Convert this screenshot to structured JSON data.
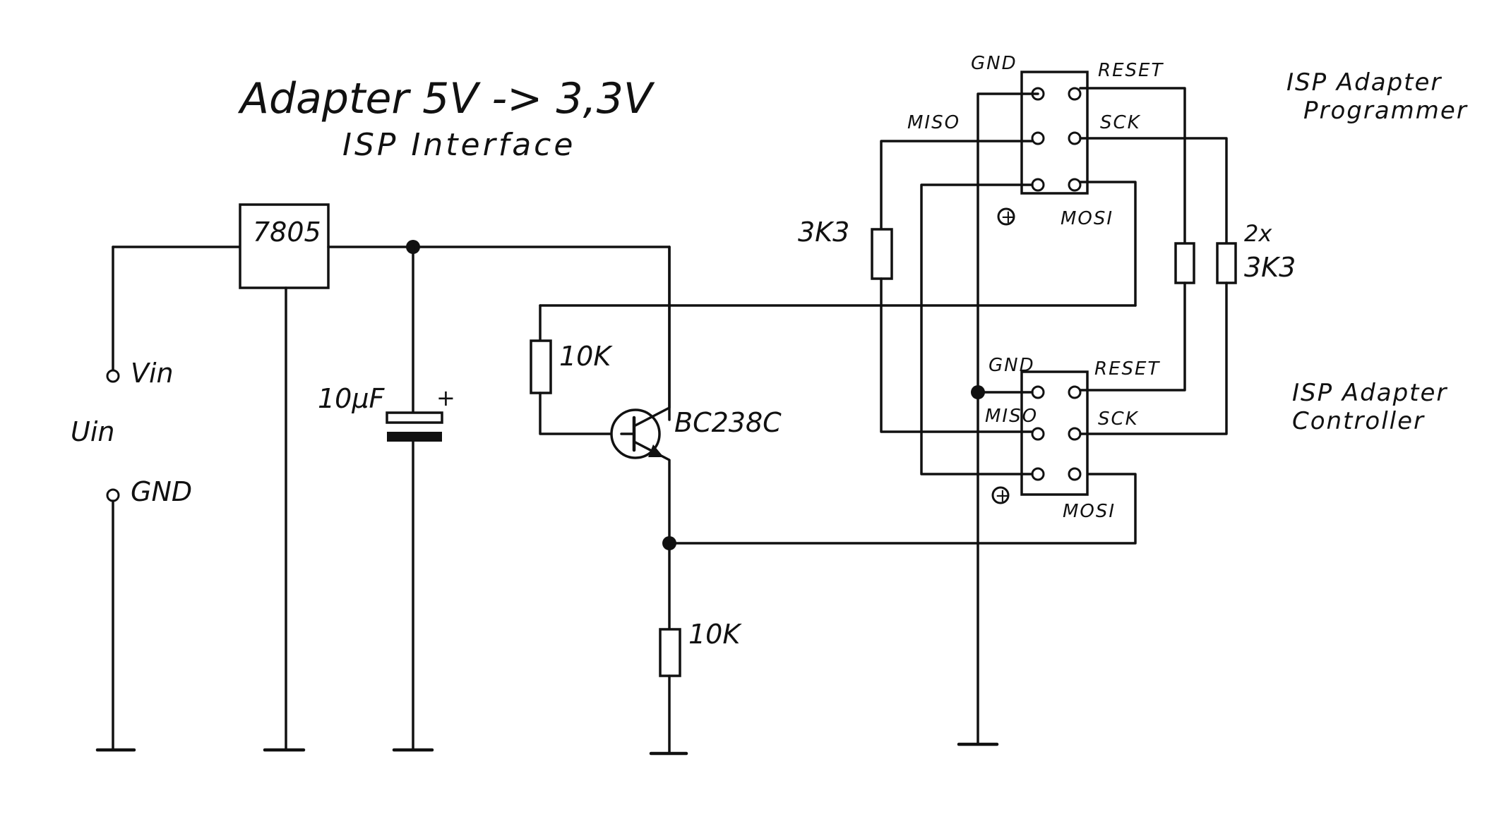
{
  "title": "Adapter 5V -> 3,3V",
  "subtitle": "ISP Interface",
  "input": {
    "vin_label": "Vin",
    "gnd_label": "GND",
    "uin_label": "Uin"
  },
  "regulator": {
    "label": "7805"
  },
  "capacitor": {
    "label": "10µF",
    "polarity": "+"
  },
  "transistor": {
    "label": "BC238C"
  },
  "resistors": {
    "base": "10K",
    "emitter": "10K",
    "miso": "3K3",
    "pair_count": "2x",
    "pair_value": "3K3"
  },
  "programmer_header": {
    "title_line1": "ISP Adapter",
    "title_line2": "Programmer",
    "gnd": "GND",
    "reset": "RESET",
    "miso": "MISO",
    "sck": "SCK",
    "mosi": "MOSI",
    "plus": "+"
  },
  "controller_header": {
    "title_line1": "ISP Adapter",
    "title_line2": "Controller",
    "gnd": "GND",
    "reset": "RESET",
    "miso": "MISO",
    "sck": "SCK",
    "mosi": "MOSI",
    "plus": "+"
  }
}
